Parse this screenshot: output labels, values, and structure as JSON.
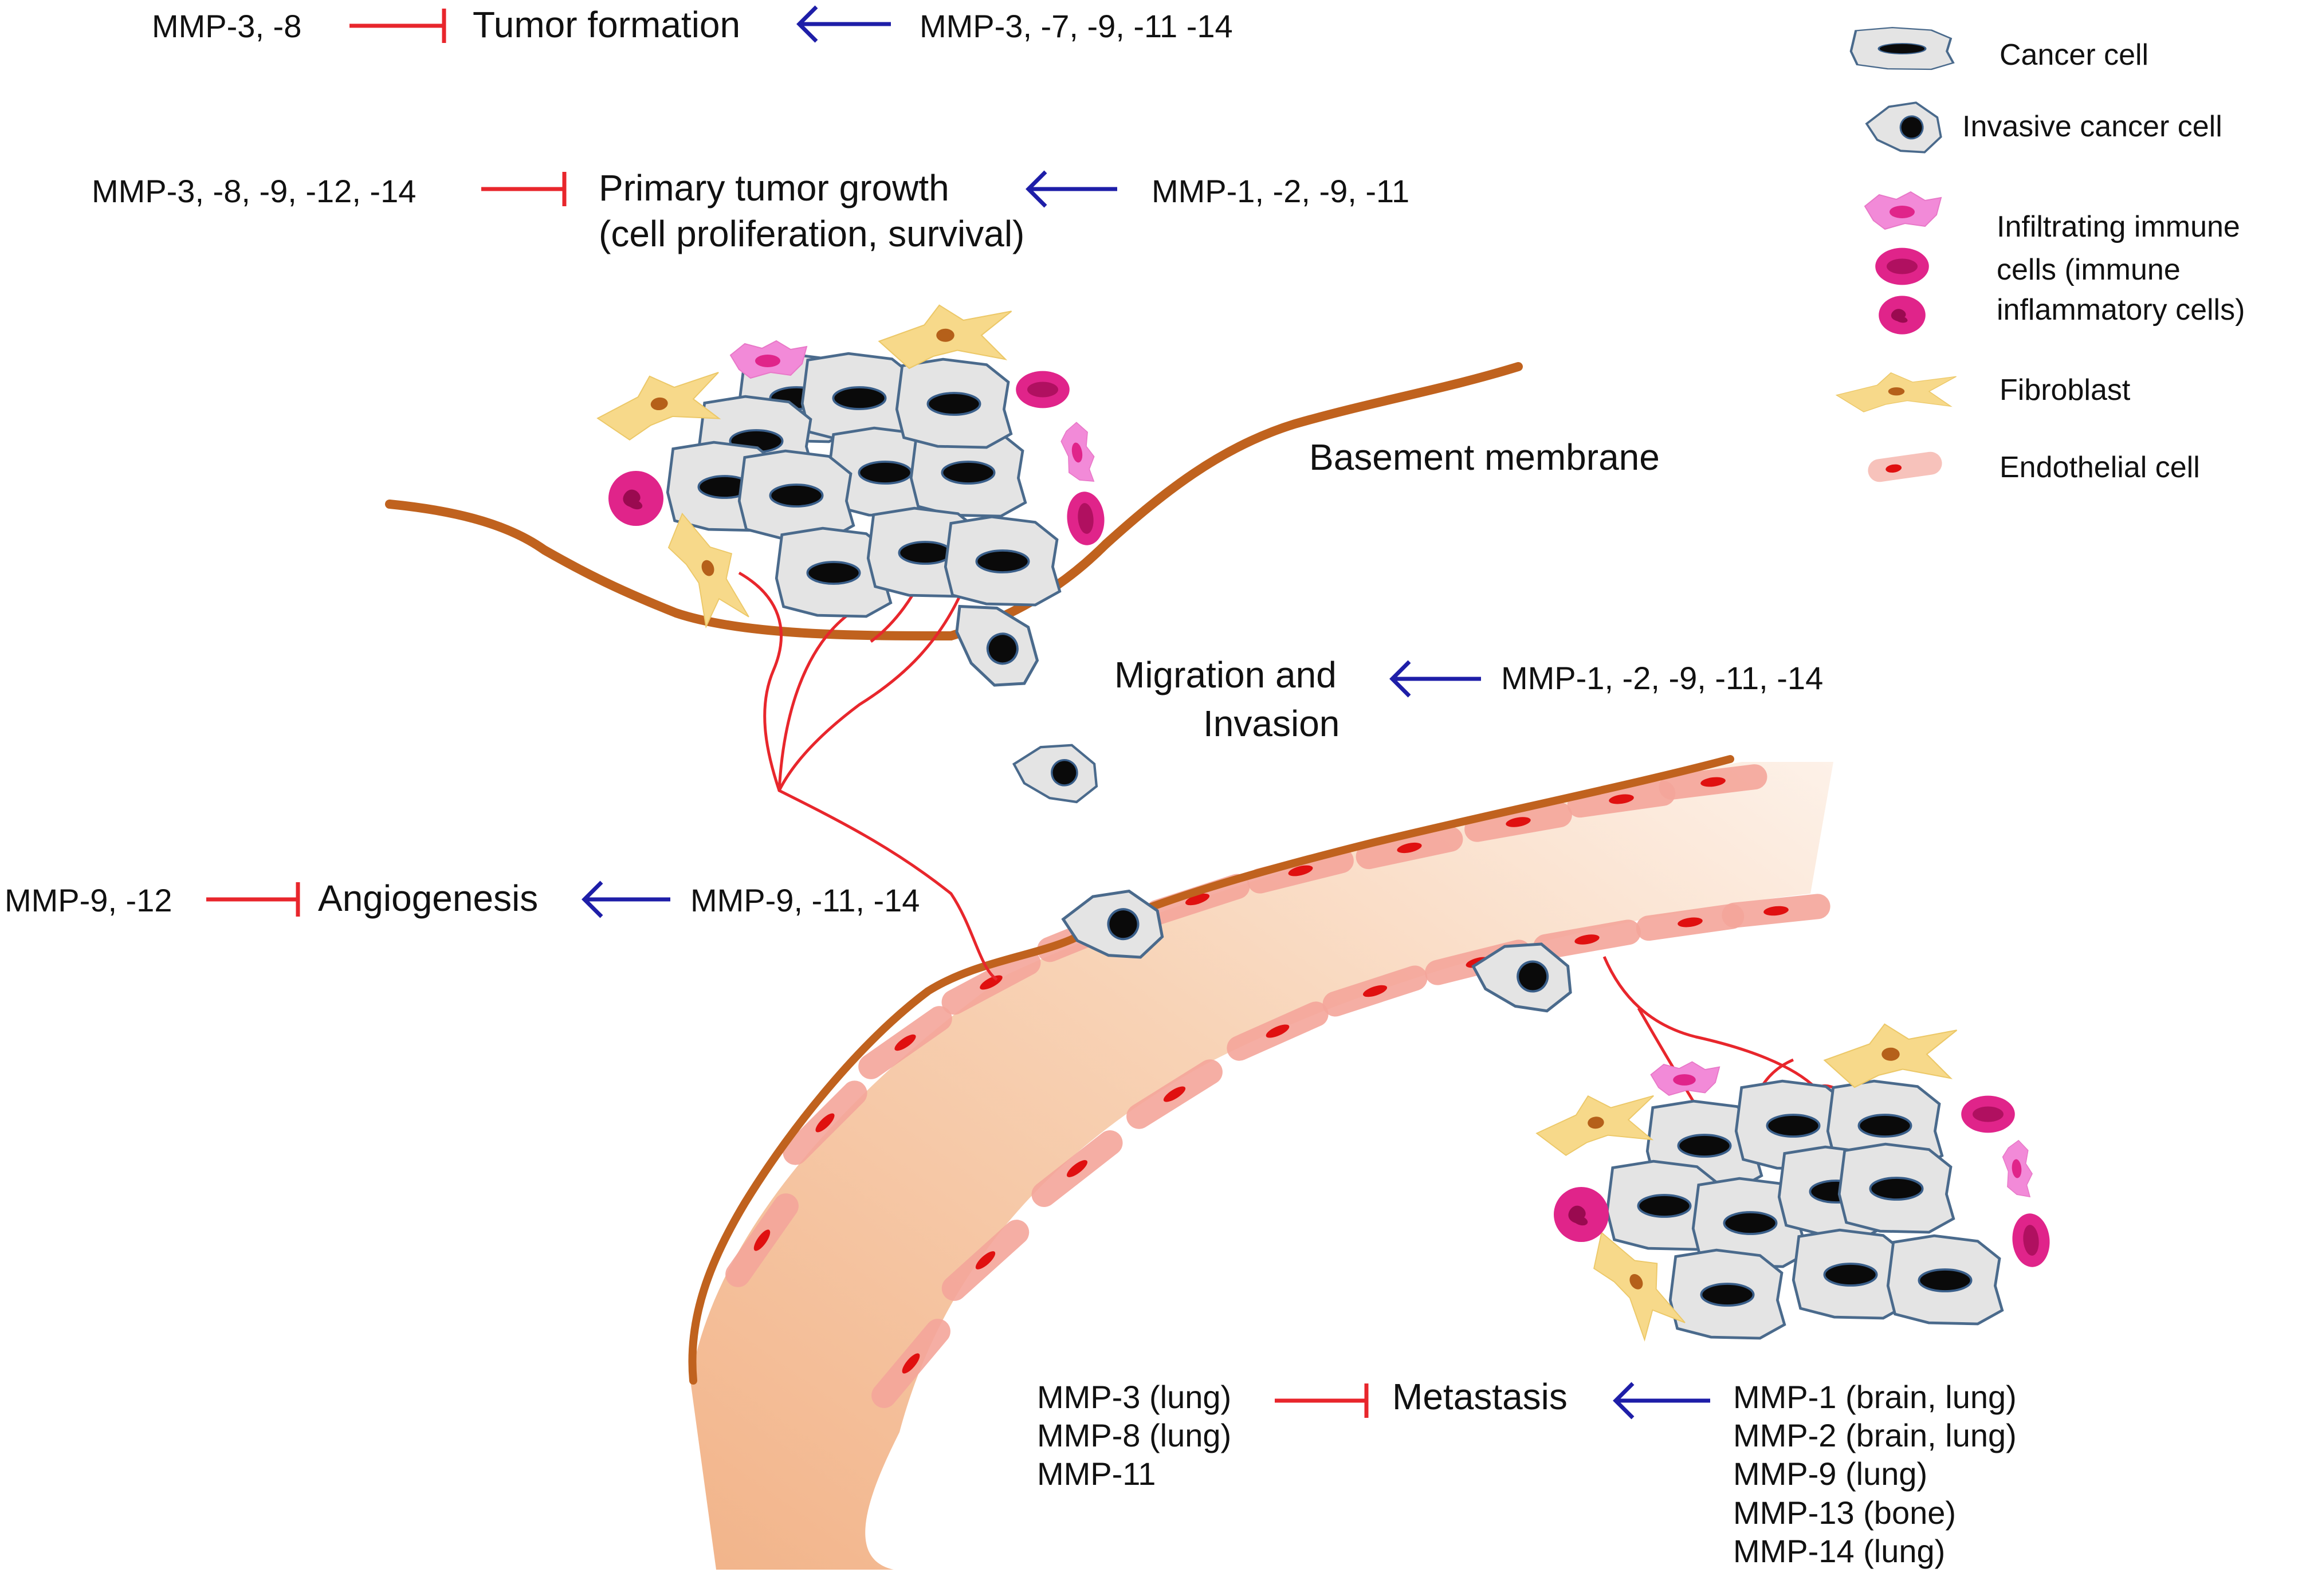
{
  "processes": {
    "tumor_formation": {
      "label": "Tumor formation",
      "inhibitors": "MMP-3, -8",
      "promoters": "MMP-3, -7, -9, -11 -14"
    },
    "primary_growth": {
      "label_line1": "Primary tumor growth",
      "label_line2": "(cell proliferation, survival)",
      "inhibitors": "MMP-3, -8, -9, -12, -14",
      "promoters": "MMP-1, -2, -9, -11"
    },
    "migration": {
      "label_line1": "Migration and",
      "label_line2": "Invasion",
      "promoters": "MMP-1, -2, -9, -11, -14"
    },
    "angiogenesis": {
      "label": "Angiogenesis",
      "inhibitors": "MMP-9, -12",
      "promoters": "MMP-9, -11, -14"
    },
    "metastasis": {
      "label": "Metastasis",
      "inhibitors": [
        "MMP-3 (lung)",
        "MMP-8 (lung)",
        "MMP-11"
      ],
      "promoters": [
        "MMP-1 (brain, lung)",
        "MMP-2 (brain, lung)",
        "MMP-9  (lung)",
        "MMP-13 (bone)",
        "MMP-14 (lung)"
      ]
    }
  },
  "structures": {
    "basement_membrane": "Basement membrane"
  },
  "legend": {
    "cancer_cell": "Cancer cell",
    "invasive_cancer_cell": "Invasive cancer cell",
    "immune_line1": "Infiltrating immune",
    "immune_line2": "cells (immune",
    "immune_line3": "inflammatory cells)",
    "fibroblast": "Fibroblast",
    "endothelial": "Endothelial cell"
  },
  "colors": {
    "inhibit": "#e8262c",
    "promote": "#1e1ea8",
    "membrane": "#c0621e",
    "cancer_fill": "#e4e4e4",
    "cancer_stroke": "#4a6a8c",
    "immune": "#e0248a",
    "infiltrate": "#f28ad8",
    "fibroblast": "#f7d98a",
    "endothelial": "#f4a59a",
    "vessel": "#f6c2a0"
  }
}
